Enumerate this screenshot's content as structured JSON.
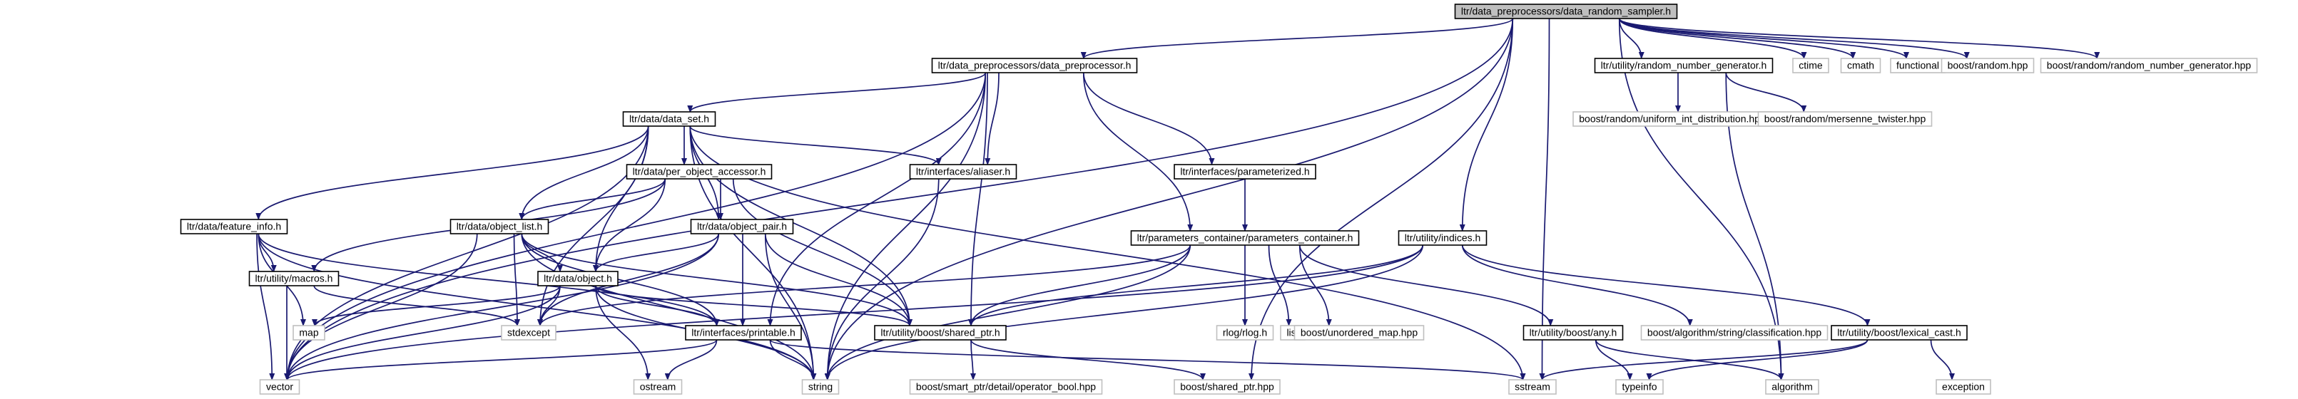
{
  "diagram": {
    "colors": {
      "root_fill": "#bfbfbf",
      "local_fill": "#ffffff",
      "local_stroke": "#000000",
      "external_stroke": "#bfbfbf",
      "text": "#000000",
      "edge": "#191970"
    },
    "nodes": [
      {
        "id": "n_root",
        "label": "ltr/data_preprocessors/data_random_sampler.h",
        "kind": "root"
      },
      {
        "id": "n_data_preprocessor",
        "label": "ltr/data_preprocessors/data_preprocessor.h",
        "kind": "local"
      },
      {
        "id": "n_random_number_generator",
        "label": "ltr/utility/random_number_generator.h",
        "kind": "local"
      },
      {
        "id": "n_ctime",
        "label": "ctime",
        "kind": "external"
      },
      {
        "id": "n_cmath",
        "label": "cmath",
        "kind": "external"
      },
      {
        "id": "n_functional",
        "label": "functional",
        "kind": "external"
      },
      {
        "id": "n_boost_random",
        "label": "boost/random.hpp",
        "kind": "external"
      },
      {
        "id": "n_boost_rng",
        "label": "boost/random/random_number_generator.hpp",
        "kind": "external"
      },
      {
        "id": "n_uniform_int",
        "label": "boost/random/uniform_int_distribution.hpp",
        "kind": "external"
      },
      {
        "id": "n_mersenne",
        "label": "boost/random/mersenne_twister.hpp",
        "kind": "external"
      },
      {
        "id": "n_data_set",
        "label": "ltr/data/data_set.h",
        "kind": "local"
      },
      {
        "id": "n_per_object_accessor",
        "label": "ltr/data/per_object_accessor.h",
        "kind": "local"
      },
      {
        "id": "n_aliaser",
        "label": "ltr/interfaces/aliaser.h",
        "kind": "local"
      },
      {
        "id": "n_parameterized",
        "label": "ltr/interfaces/parameterized.h",
        "kind": "local"
      },
      {
        "id": "n_feature_info",
        "label": "ltr/data/feature_info.h",
        "kind": "local"
      },
      {
        "id": "n_object_list",
        "label": "ltr/data/object_list.h",
        "kind": "local"
      },
      {
        "id": "n_object_pair",
        "label": "ltr/data/object_pair.h",
        "kind": "local"
      },
      {
        "id": "n_parameters_container",
        "label": "ltr/parameters_container/parameters_container.h",
        "kind": "local"
      },
      {
        "id": "n_indices",
        "label": "ltr/utility/indices.h",
        "kind": "local"
      },
      {
        "id": "n_macros",
        "label": "ltr/utility/macros.h",
        "kind": "local"
      },
      {
        "id": "n_object",
        "label": "ltr/data/object.h",
        "kind": "local"
      },
      {
        "id": "n_printable",
        "label": "ltr/interfaces/printable.h",
        "kind": "local"
      },
      {
        "id": "n_shared_ptr_h",
        "label": "ltr/utility/boost/shared_ptr.h",
        "kind": "local"
      },
      {
        "id": "n_any",
        "label": "ltr/utility/boost/any.h",
        "kind": "local"
      },
      {
        "id": "n_lexical_cast",
        "label": "ltr/utility/boost/lexical_cast.h",
        "kind": "local"
      },
      {
        "id": "n_map",
        "label": "map",
        "kind": "external"
      },
      {
        "id": "n_stdexcept",
        "label": "stdexcept",
        "kind": "external"
      },
      {
        "id": "n_rlog",
        "label": "rlog/rlog.h",
        "kind": "external"
      },
      {
        "id": "n_list",
        "label": "list",
        "kind": "external"
      },
      {
        "id": "n_unordered_map",
        "label": "boost/unordered_map.hpp",
        "kind": "external"
      },
      {
        "id": "n_classification",
        "label": "boost/algorithm/string/classification.hpp",
        "kind": "external"
      },
      {
        "id": "n_vector",
        "label": "vector",
        "kind": "external"
      },
      {
        "id": "n_ostream",
        "label": "ostream",
        "kind": "external"
      },
      {
        "id": "n_string",
        "label": "string",
        "kind": "external"
      },
      {
        "id": "n_operator_bool",
        "label": "boost/smart_ptr/detail/operator_bool.hpp",
        "kind": "external"
      },
      {
        "id": "n_boost_shared_ptr",
        "label": "boost/shared_ptr.hpp",
        "kind": "external"
      },
      {
        "id": "n_sstream",
        "label": "sstream",
        "kind": "external"
      },
      {
        "id": "n_typeinfo",
        "label": "typeinfo",
        "kind": "external"
      },
      {
        "id": "n_algorithm",
        "label": "algorithm",
        "kind": "external"
      },
      {
        "id": "n_exception",
        "label": "exception",
        "kind": "external"
      }
    ],
    "edges": [
      [
        "n_root",
        "n_data_preprocessor"
      ],
      [
        "n_root",
        "n_random_number_generator"
      ],
      [
        "n_root",
        "n_ctime"
      ],
      [
        "n_root",
        "n_cmath"
      ],
      [
        "n_root",
        "n_functional"
      ],
      [
        "n_root",
        "n_boost_random"
      ],
      [
        "n_root",
        "n_boost_rng"
      ],
      [
        "n_root",
        "n_indices"
      ],
      [
        "n_root",
        "n_vector"
      ],
      [
        "n_root",
        "n_string"
      ],
      [
        "n_root",
        "n_sstream"
      ],
      [
        "n_root",
        "n_boost_shared_ptr"
      ],
      [
        "n_root",
        "n_algorithm"
      ],
      [
        "n_random_number_generator",
        "n_uniform_int"
      ],
      [
        "n_random_number_generator",
        "n_mersenne"
      ],
      [
        "n_random_number_generator",
        "n_algorithm"
      ],
      [
        "n_data_preprocessor",
        "n_data_set"
      ],
      [
        "n_data_preprocessor",
        "n_aliaser"
      ],
      [
        "n_data_preprocessor",
        "n_parameterized"
      ],
      [
        "n_data_preprocessor",
        "n_parameters_container"
      ],
      [
        "n_data_preprocessor",
        "n_printable"
      ],
      [
        "n_data_preprocessor",
        "n_shared_ptr_h"
      ],
      [
        "n_data_preprocessor",
        "n_vector"
      ],
      [
        "n_data_preprocessor",
        "n_string"
      ],
      [
        "n_data_set",
        "n_per_object_accessor"
      ],
      [
        "n_data_set",
        "n_aliaser"
      ],
      [
        "n_data_set",
        "n_feature_info"
      ],
      [
        "n_data_set",
        "n_object_list"
      ],
      [
        "n_data_set",
        "n_object_pair"
      ],
      [
        "n_data_set",
        "n_object"
      ],
      [
        "n_data_set",
        "n_stdexcept"
      ],
      [
        "n_data_set",
        "n_vector"
      ],
      [
        "n_data_set",
        "n_string"
      ],
      [
        "n_data_set",
        "n_sstream"
      ],
      [
        "n_data_set",
        "n_shared_ptr_h"
      ],
      [
        "n_per_object_accessor",
        "n_object_list"
      ],
      [
        "n_per_object_accessor",
        "n_object_pair"
      ],
      [
        "n_per_object_accessor",
        "n_object"
      ],
      [
        "n_per_object_accessor",
        "n_macros"
      ],
      [
        "n_per_object_accessor",
        "n_shared_ptr_h"
      ],
      [
        "n_aliaser",
        "n_string"
      ],
      [
        "n_parameterized",
        "n_parameters_container"
      ],
      [
        "n_feature_info",
        "n_macros"
      ],
      [
        "n_feature_info",
        "n_map"
      ],
      [
        "n_feature_info",
        "n_vector"
      ],
      [
        "n_feature_info",
        "n_string"
      ],
      [
        "n_feature_info",
        "n_printable"
      ],
      [
        "n_object_list",
        "n_object"
      ],
      [
        "n_object_list",
        "n_stdexcept"
      ],
      [
        "n_object_list",
        "n_vector"
      ],
      [
        "n_object_list",
        "n_string"
      ],
      [
        "n_object_list",
        "n_printable"
      ],
      [
        "n_object_list",
        "n_shared_ptr_h"
      ],
      [
        "n_object_pair",
        "n_object"
      ],
      [
        "n_object_pair",
        "n_stdexcept"
      ],
      [
        "n_object_pair",
        "n_printable"
      ],
      [
        "n_object_pair",
        "n_shared_ptr_h"
      ],
      [
        "n_object_pair",
        "n_string"
      ],
      [
        "n_object_pair",
        "n_vector"
      ],
      [
        "n_macros",
        "n_stdexcept"
      ],
      [
        "n_macros",
        "n_vector"
      ],
      [
        "n_object",
        "n_map"
      ],
      [
        "n_object",
        "n_stdexcept"
      ],
      [
        "n_object",
        "n_vector"
      ],
      [
        "n_object",
        "n_ostream"
      ],
      [
        "n_object",
        "n_string"
      ],
      [
        "n_object",
        "n_printable"
      ],
      [
        "n_object",
        "n_shared_ptr_h"
      ],
      [
        "n_parameters_container",
        "n_stdexcept"
      ],
      [
        "n_parameters_container",
        "n_rlog"
      ],
      [
        "n_parameters_container",
        "n_list"
      ],
      [
        "n_parameters_container",
        "n_unordered_map"
      ],
      [
        "n_parameters_container",
        "n_string"
      ],
      [
        "n_parameters_container",
        "n_any"
      ],
      [
        "n_parameters_container",
        "n_shared_ptr_h"
      ],
      [
        "n_indices",
        "n_shared_ptr_h"
      ],
      [
        "n_indices",
        "n_classification"
      ],
      [
        "n_indices",
        "n_lexical_cast"
      ],
      [
        "n_indices",
        "n_vector"
      ],
      [
        "n_indices",
        "n_string"
      ],
      [
        "n_printable",
        "n_vector"
      ],
      [
        "n_printable",
        "n_ostream"
      ],
      [
        "n_printable",
        "n_string"
      ],
      [
        "n_printable",
        "n_sstream"
      ],
      [
        "n_shared_ptr_h",
        "n_operator_bool"
      ],
      [
        "n_shared_ptr_h",
        "n_boost_shared_ptr"
      ],
      [
        "n_any",
        "n_typeinfo"
      ],
      [
        "n_any",
        "n_algorithm"
      ],
      [
        "n_lexical_cast",
        "n_sstream"
      ],
      [
        "n_lexical_cast",
        "n_typeinfo"
      ],
      [
        "n_lexical_cast",
        "n_exception"
      ]
    ]
  }
}
